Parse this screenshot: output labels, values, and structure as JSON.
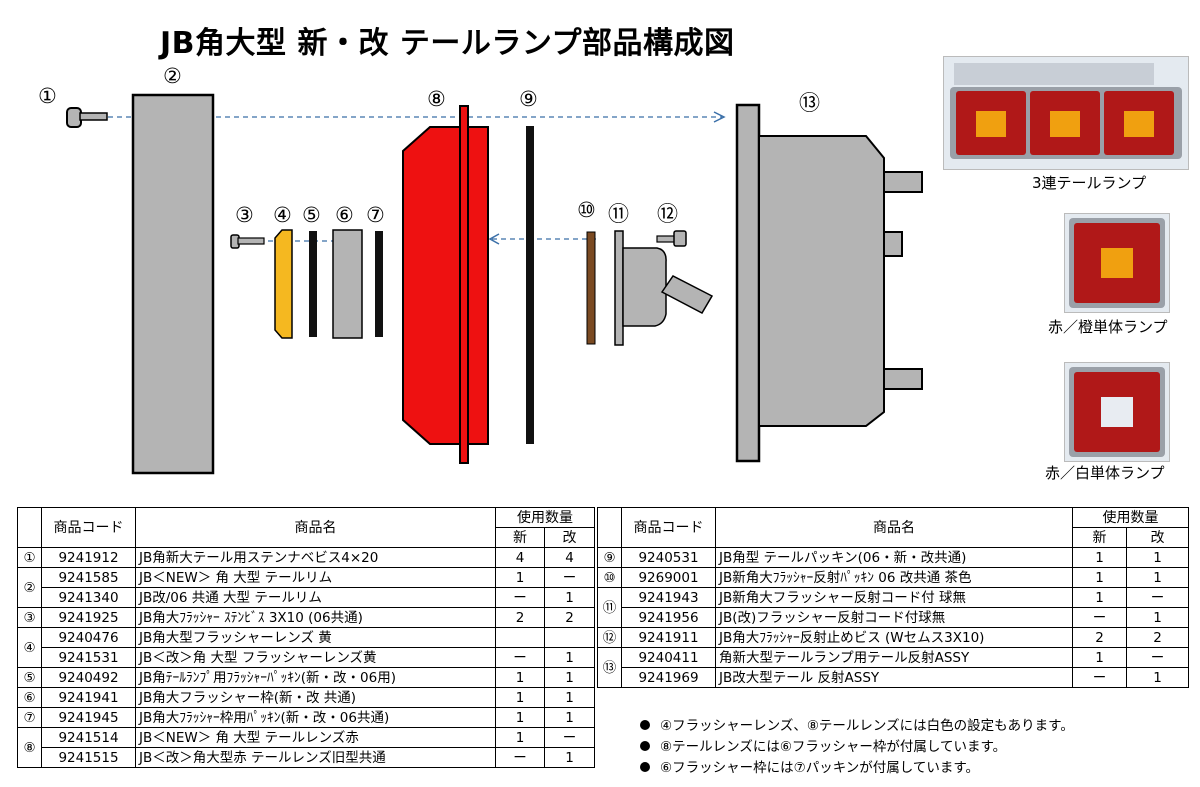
{
  "title": "JB角大型 新・改 テールランプ部品構成図",
  "numbers": {
    "n1": "①",
    "n2": "②",
    "n3": "③",
    "n4": "④",
    "n5": "⑤",
    "n6": "⑥",
    "n7": "⑦",
    "n8": "⑧",
    "n9": "⑨",
    "n10": "⑩",
    "n11": "⑪",
    "n12": "⑫",
    "n13": "⑬"
  },
  "photos": [
    {
      "caption": "3連テールランプ"
    },
    {
      "caption": "赤／橙単体ランプ"
    },
    {
      "caption": "赤／白単体ランプ"
    }
  ],
  "colors": {
    "gray_part": "#b4b4b4",
    "red_lens": "#ee1111",
    "amber_lens": "#f5b820",
    "brown_packing": "#7a4a22",
    "arrow": "#3a6fa8"
  },
  "table_header": {
    "code": "商品コード",
    "name": "商品名",
    "qty": "使用数量",
    "new": "新",
    "kai": "改"
  },
  "left_table": [
    {
      "num": "①",
      "rows": [
        [
          "9241912",
          "JB角新大テール用ステンナベビス4×20",
          "4",
          "4"
        ]
      ]
    },
    {
      "num": "②",
      "rows": [
        [
          "9241585",
          "JB＜NEW＞ 角 大型 テールリム",
          "1",
          "ー"
        ],
        [
          "9241340",
          "JB改/06 共通 大型 テールリム",
          "ー",
          "1"
        ]
      ]
    },
    {
      "num": "③",
      "rows": [
        [
          "9241925",
          "JB角大ﾌﾗｯｼｬｰ ｽﾃﾝﾋﾞｽ 3X10 (06共通)",
          "2",
          "2"
        ]
      ]
    },
    {
      "num": "④",
      "rows": [
        [
          "9240476",
          "JB角大型フラッシャーレンズ 黄",
          "",
          ""
        ],
        [
          "9241531",
          "JB＜改＞角 大型 フラッシャーレンズ黄",
          "ー",
          "1"
        ]
      ]
    },
    {
      "num": "⑤",
      "rows": [
        [
          "9240492",
          "JB角ﾃｰﾙﾗﾝﾌﾟ用ﾌﾗｯｼｬｰﾊﾟｯｷﾝ(新・改・06用)",
          "1",
          "1"
        ]
      ]
    },
    {
      "num": "⑥",
      "rows": [
        [
          "9241941",
          "JB角大フラッシャー枠(新・改 共通)",
          "1",
          "1"
        ]
      ]
    },
    {
      "num": "⑦",
      "rows": [
        [
          "9241945",
          "JB角大ﾌﾗｯｼｬｰ枠用ﾊﾟｯｷﾝ(新・改・06共通)",
          "1",
          "1"
        ]
      ]
    },
    {
      "num": "⑧",
      "rows": [
        [
          "9241514",
          "JB＜NEW＞ 角 大型 テールレンズ赤",
          "1",
          "ー"
        ],
        [
          "9241515",
          "JB＜改＞角大型赤 テールレンズ旧型共通",
          "ー",
          "1"
        ]
      ]
    }
  ],
  "right_table": [
    {
      "num": "⑨",
      "rows": [
        [
          "9240531",
          "JB角型 テールパッキン(06・新・改共通)",
          "1",
          "1"
        ]
      ]
    },
    {
      "num": "⑩",
      "rows": [
        [
          "9269001",
          "JB新角大ﾌﾗｯｼｬｰ反射ﾊﾟｯｷﾝ 06 改共通 茶色",
          "1",
          "1"
        ]
      ]
    },
    {
      "num": "⑪",
      "rows": [
        [
          "9241943",
          "JB新角大フラッシャー反射コード付 球無",
          "1",
          "ー"
        ],
        [
          "9241956",
          "JB(改)フラッシャー反射コード付球無",
          "ー",
          "1"
        ]
      ]
    },
    {
      "num": "⑫",
      "rows": [
        [
          "9241911",
          "JB角大ﾌﾗｯｼｬｰ反射止めビス (Wセムス3X10)",
          "2",
          "2"
        ]
      ]
    },
    {
      "num": "⑬",
      "rows": [
        [
          "9240411",
          "角新大型テールランプ用テール反射ASSY",
          "1",
          "ー"
        ],
        [
          "9241969",
          "JB改大型テール 反射ASSY",
          "ー",
          "1"
        ]
      ]
    }
  ],
  "notes": [
    "④フラッシャーレンズ、⑧テールレンズには白色の設定もあります。",
    "⑧テールレンズには⑥フラッシャー枠が付属しています。",
    "⑥フラッシャー枠には⑦パッキンが付属しています。"
  ]
}
